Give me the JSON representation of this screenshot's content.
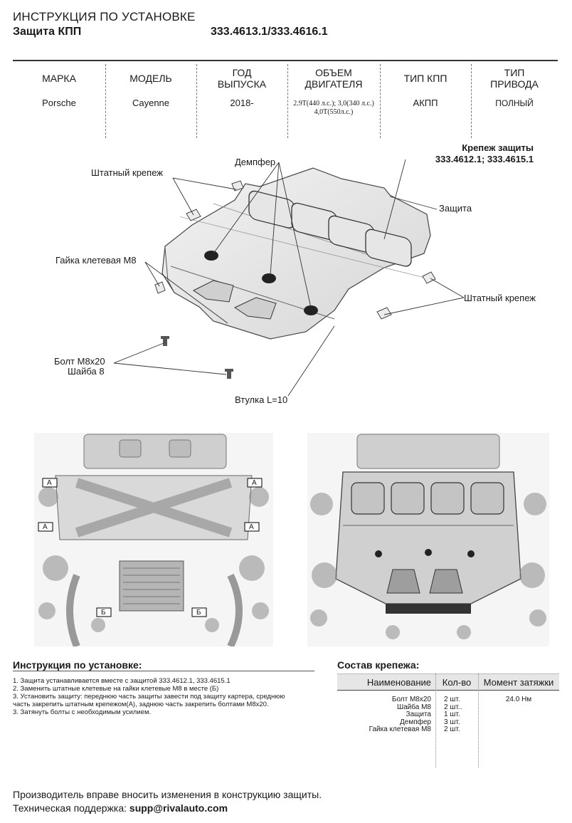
{
  "header": {
    "title": "ИНСТРУКЦИЯ ПО УСТАНОВКЕ",
    "product": "Защита КПП",
    "part_numbers": "333.4613.1/333.4616.1"
  },
  "spec_table": {
    "columns": [
      {
        "head": "МАРКА",
        "value": "Porsche"
      },
      {
        "head": "МОДЕЛЬ",
        "value": "Cayenne"
      },
      {
        "head": "ГОД\nВЫПУСКА",
        "value": "2018-"
      },
      {
        "head": "ОБЪЕМ\nДВИГАТЕЛЯ",
        "value": "2.9T(440 л.с.); 3,0(340 л.с.)\n4,0T(550л.с.)"
      },
      {
        "head": "ТИП КПП",
        "value": "АКПП"
      },
      {
        "head": "ТИП\nПРИВОДА",
        "value": "ПОЛНЫЙ"
      }
    ]
  },
  "diagram": {
    "callouts": {
      "fastener_title": "Крепеж защиты\n333.4612.1; 333.4615.1",
      "damper": "Демпфер",
      "stock_mount_top": "Штатный крепеж",
      "guard": "Защита",
      "cage_nut": "Гайка клетевая М8",
      "stock_mount_right": "Штатный крепеж",
      "bolt": "Болт М8х20",
      "washer": "Шайба 8",
      "bushing": "Втулка L=10"
    },
    "markers": {
      "a": "А",
      "b": "Б"
    }
  },
  "instructions": {
    "title": "Инструкция по установке:",
    "steps": [
      "1. Защита устанавливается вместе с защитой 333.4612.1, 333.4615.1",
      "2. Заменить штатные клетевые на гайки клетевые М8 в месте (Б)",
      "3. Установить защиту: переднюю часть защиты завести под защиту картера, среднюю",
      "часть закрепить штатным крепежом(А), заднюю часть закрепить болтами М8х20.",
      "3. Затянуть болты с необходимым усилием."
    ]
  },
  "fasteners": {
    "title": "Состав крепежа:",
    "headers": {
      "name": "Наименование",
      "qty": "Кол-во",
      "torque": "Момент затяжки"
    },
    "rows": [
      {
        "name": "Болт М8х20",
        "qty": "2 шт.",
        "torque": "24.0 Нм"
      },
      {
        "name": "Шайба М8",
        "qty": "2 шт..",
        "torque": ""
      },
      {
        "name": "Защита",
        "qty": "1 шт.",
        "torque": ""
      },
      {
        "name": "Демпфер",
        "qty": "3 шт.",
        "torque": ""
      },
      {
        "name": "Гайка клетевая М8",
        "qty": "2 шт.",
        "torque": ""
      }
    ]
  },
  "footer": {
    "notice": "Производитель вправе вносить изменения в конструкцию защиты.",
    "support_label": "Техническая поддержка:",
    "support_email": "supp@rivalauto.com"
  }
}
